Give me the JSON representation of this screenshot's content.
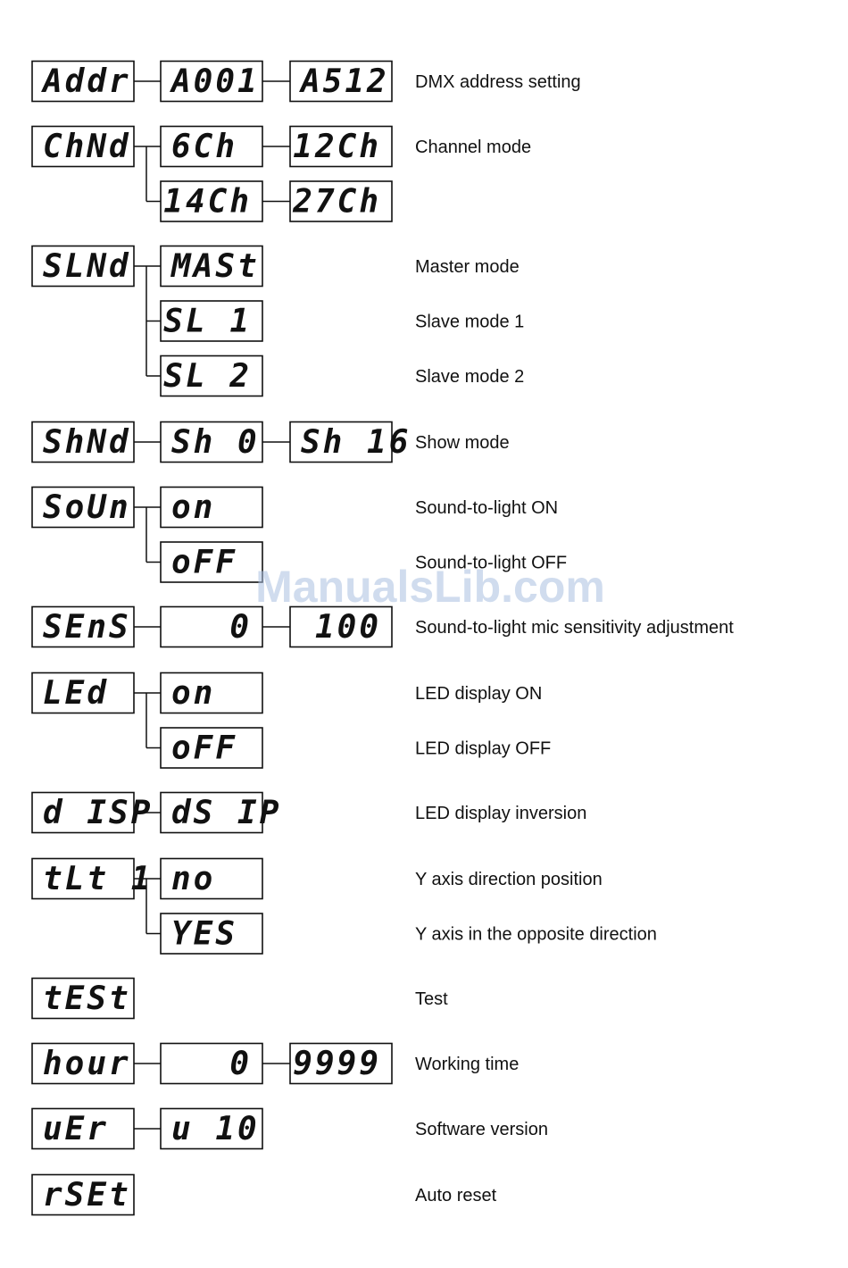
{
  "watermark": "ManualsLib.com",
  "colors": {
    "ink": "#111111",
    "watermark": "#a9bfe0",
    "background": "#ffffff"
  },
  "menu": [
    {
      "id": "addr",
      "label": "Addr",
      "options": [
        {
          "label": "A001"
        },
        {
          "label": "A512",
          "from": 0
        }
      ],
      "descriptions": [
        "DMX address setting"
      ]
    },
    {
      "id": "chnd",
      "label": "ChNd",
      "options": [
        {
          "label": "6Ch"
        },
        {
          "label": "12Ch",
          "from": 0
        },
        {
          "label": "14Ch"
        },
        {
          "label": "27Ch",
          "from": 2
        }
      ],
      "descriptions": [
        "Channel mode"
      ]
    },
    {
      "id": "slnd",
      "label": "SLNd",
      "options": [
        {
          "label": "MASt"
        },
        {
          "label": "SL   1"
        },
        {
          "label": "SL  2"
        }
      ],
      "descriptions": [
        "Master mode",
        "Slave mode 1",
        "Slave mode 2"
      ]
    },
    {
      "id": "shnd",
      "label": "ShNd",
      "options": [
        {
          "label": "Sh  0"
        },
        {
          "label": "Sh 16",
          "from": 0
        }
      ],
      "descriptions": [
        "Show mode"
      ]
    },
    {
      "id": "soun",
      "label": "SoUn",
      "options": [
        {
          "label": "on"
        },
        {
          "label": "oFF"
        }
      ],
      "descriptions": [
        "Sound-to-light ON",
        "Sound-to-light OFF"
      ]
    },
    {
      "id": "sens",
      "label": "SEnS",
      "options": [
        {
          "label": "0"
        },
        {
          "label": "100",
          "from": 0
        }
      ],
      "descriptions": [
        "Sound-to-light mic sensitivity adjustment"
      ]
    },
    {
      "id": "led",
      "label": "LEd",
      "options": [
        {
          "label": "on"
        },
        {
          "label": "oFF"
        }
      ],
      "descriptions": [
        "LED display ON",
        "LED display OFF"
      ]
    },
    {
      "id": "disp",
      "label": "d ISP",
      "options": [
        {
          "label": "dS IP"
        }
      ],
      "descriptions": [
        "LED display inversion"
      ]
    },
    {
      "id": "tlt1",
      "label": "tLt 1",
      "options": [
        {
          "label": "no"
        },
        {
          "label": "YES"
        }
      ],
      "descriptions": [
        "Y axis direction position",
        "Y axis in the opposite direction"
      ]
    },
    {
      "id": "test",
      "label": "tESt",
      "options": [],
      "descriptions": [
        "Test"
      ]
    },
    {
      "id": "hour",
      "label": "hour",
      "options": [
        {
          "label": "0"
        },
        {
          "label": "9999",
          "from": 0
        }
      ],
      "descriptions": [
        "Working time"
      ]
    },
    {
      "id": "ver",
      "label": "uEr",
      "options": [
        {
          "label": "u 10"
        }
      ],
      "descriptions": [
        "Software version"
      ]
    },
    {
      "id": "rset",
      "label": "rSEt",
      "options": [],
      "descriptions": [
        "Auto reset"
      ]
    }
  ]
}
